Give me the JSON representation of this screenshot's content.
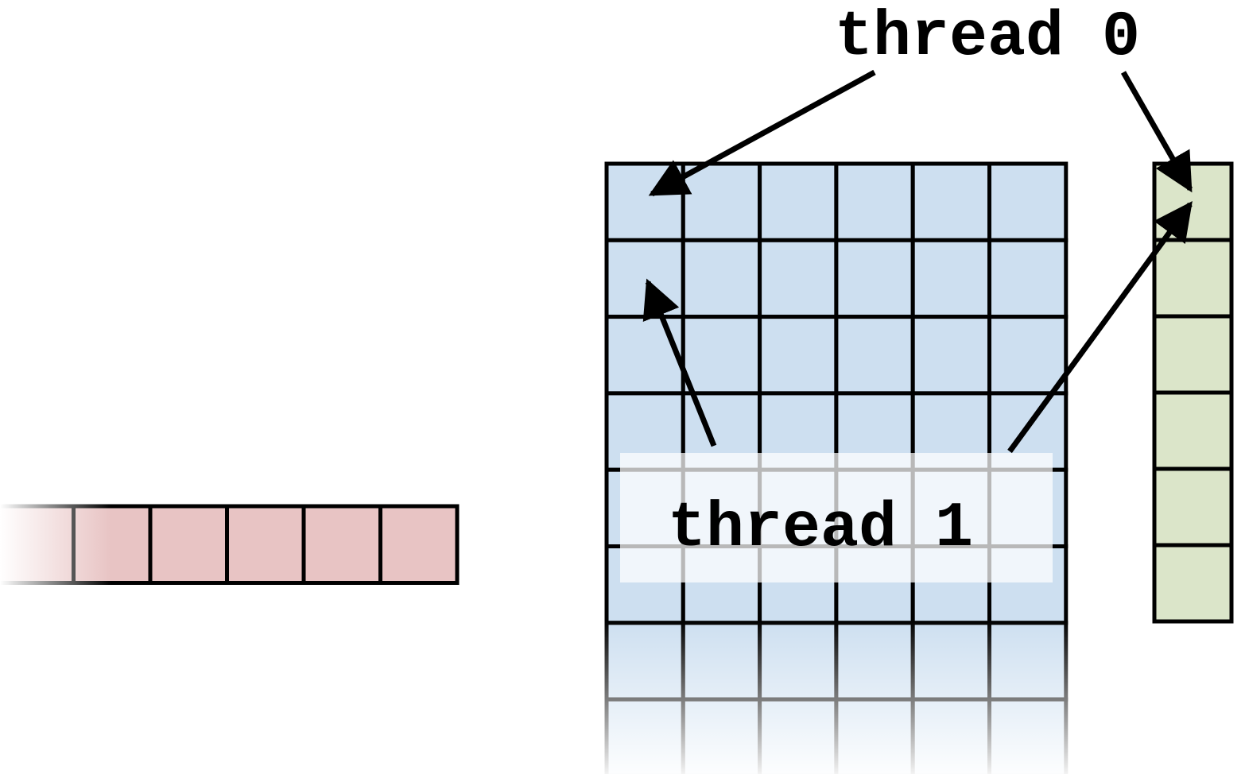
{
  "labels": {
    "thread0": "thread 0",
    "thread1": "thread 1"
  },
  "vector_row": {
    "cells": 6,
    "fill_color": "#e8c4c4"
  },
  "matrix": {
    "rows": 8,
    "cols": 6,
    "fill_color": "#cddff0"
  },
  "vector_column": {
    "cells": 6,
    "fill_color": "#dbe5c9"
  },
  "label_box_color": "#ffffff",
  "line_color": "#000000"
}
